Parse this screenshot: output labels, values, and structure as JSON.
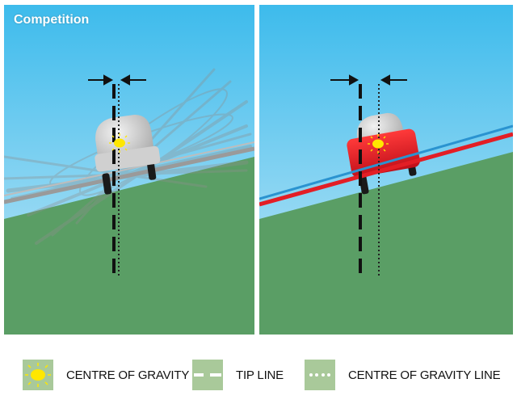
{
  "panels": [
    {
      "id": "left",
      "label": "Competition"
    },
    {
      "id": "right",
      "label": ""
    }
  ],
  "legend": [
    {
      "icon": "sun-icon",
      "label": "CENTRE OF GRAVITY"
    },
    {
      "icon": "dashed-line-icon",
      "label": "TIP LINE"
    },
    {
      "icon": "dotted-line-icon",
      "label": "CENTRE OF GRAVITY LINE"
    }
  ],
  "colors": {
    "sky_top": "#3dbbec",
    "sky_bottom": "#b9e4f6",
    "grass": "#5a9e65",
    "vehicle_grey": "#c6c6c6",
    "vehicle_red": "#e31e25",
    "axle_blue": "#2a93d0",
    "centre_of_gravity": "#ffe700",
    "legend_swatch": "#a9c99a"
  }
}
